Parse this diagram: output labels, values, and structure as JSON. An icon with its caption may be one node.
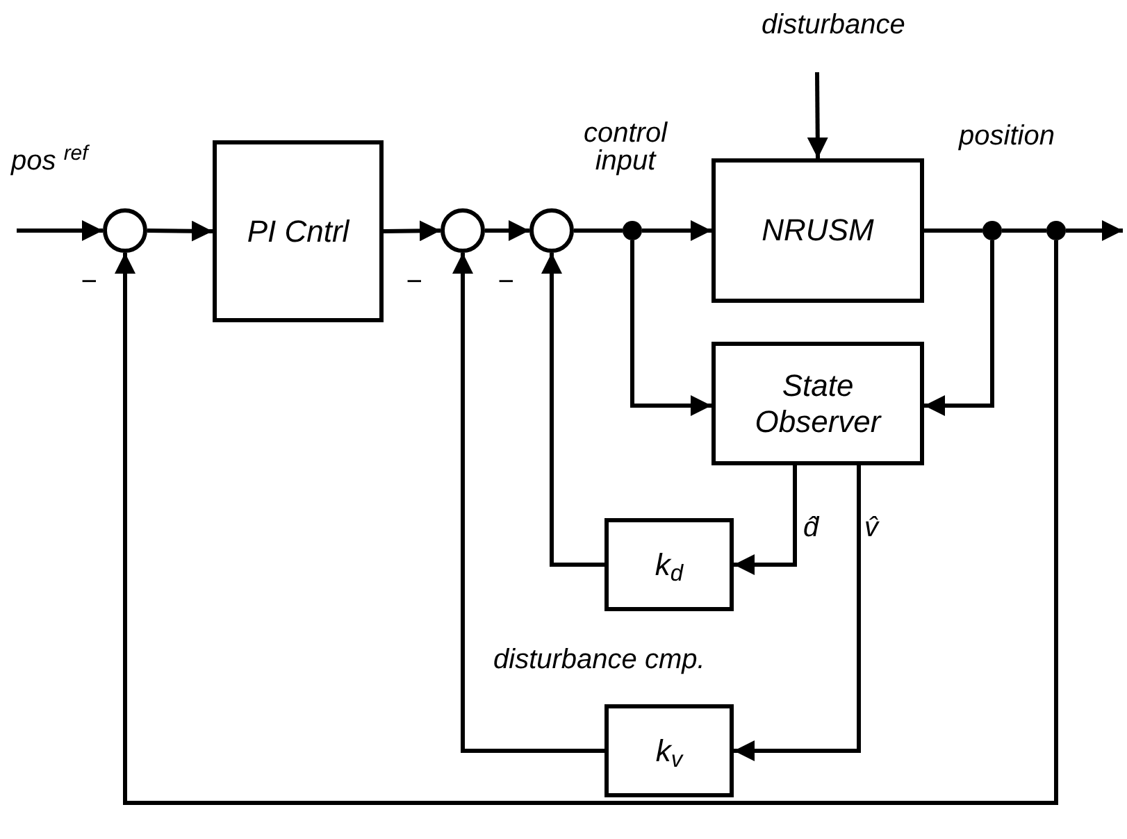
{
  "diagram": {
    "nodes": [
      {
        "text": [],
        "shape": "circle"
      },
      {
        "text": [
          "PI Cntrl"
        ]
      },
      {
        "text": [],
        "shape": "circle"
      },
      {
        "text": [],
        "shape": "circle"
      },
      {
        "text": [],
        "shape": "dot"
      },
      {
        "text": [
          "NRUSM"
        ]
      },
      {
        "text": [],
        "shape": "dot"
      },
      {
        "text": [],
        "shape": "dot"
      },
      {
        "text": [
          "State Observer"
        ]
      },
      {
        "text": [
          "k$_{d}$"
        ]
      },
      {
        "text": [
          "k$_{v}$"
        ]
      }
    ],
    "edges": [
      {
        "from": null,
        "to": 0,
        "arrow": "to",
        "label": "pos $^{ref}$"
      },
      {
        "from": 0,
        "to": 1,
        "arrow": "to"
      },
      {
        "from": 1,
        "to": 2,
        "arrow": "to"
      },
      {
        "from": 2,
        "to": 3,
        "arrow": "to"
      },
      {
        "from": 3,
        "to": 4,
        "arrow": "none"
      },
      {
        "from": 4,
        "to": 5,
        "arrow": "to"
      },
      {
        "from": 5,
        "to": 6,
        "arrow": "none"
      },
      {
        "from": 6,
        "to": 7,
        "arrow": "none"
      },
      {
        "from": 7,
        "to": null,
        "arrow": "to"
      },
      {
        "from": null,
        "to": 5,
        "arrow": "to",
        "label": "disturbance"
      },
      {
        "from": 4,
        "to": 8,
        "arrow": "to"
      },
      {
        "from": 6,
        "to": 8,
        "arrow": "to"
      },
      {
        "from": 8,
        "to": 9,
        "arrow": "to",
        "label": "d̂"
      },
      {
        "from": 8,
        "to": 10,
        "arrow": "to",
        "label": "v̂"
      },
      {
        "from": 9,
        "to": 3,
        "arrow": "to"
      },
      {
        "from": 10,
        "to": 2,
        "arrow": "to"
      },
      {
        "from": 7,
        "to": 0,
        "arrow": "to"
      }
    ],
    "labels": [
      "control input",
      "position",
      "−",
      "−",
      "−",
      "disturbance cmp."
    ]
  }
}
